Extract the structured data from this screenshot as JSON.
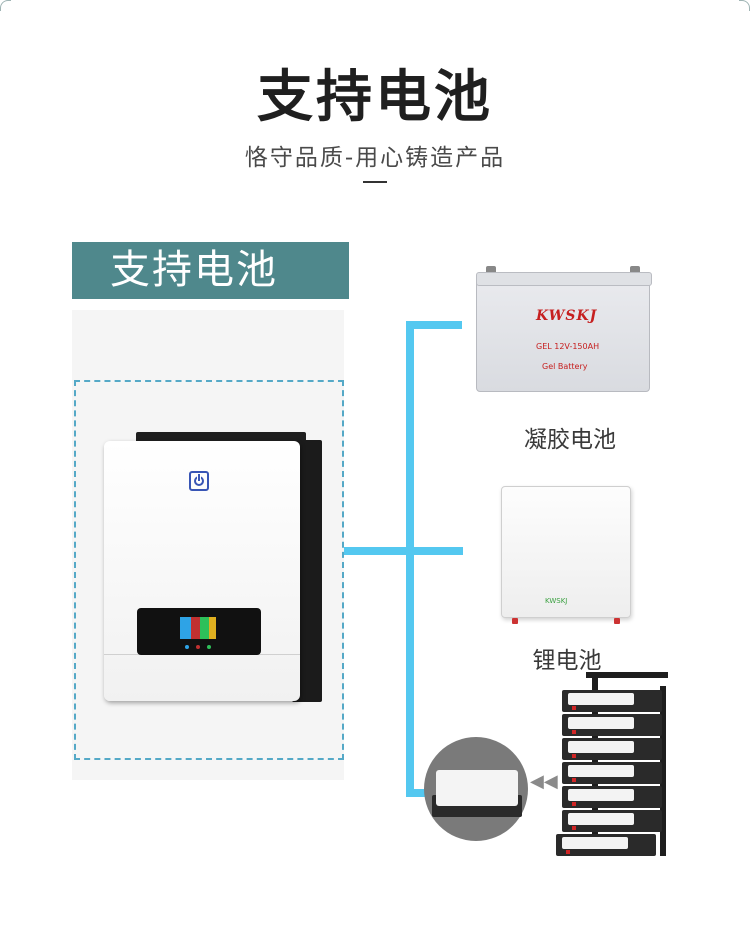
{
  "header": {
    "title": "支持电池",
    "subtitle": "恪守品质-用心铸造产品"
  },
  "banner": {
    "label": "支持电池"
  },
  "colors": {
    "banner_bg": "#4f888c",
    "connector": "#54c8f0",
    "frame_dash": "#55a9c7",
    "brand_red": "#c62020"
  },
  "inverter": {
    "icon": "power-icon"
  },
  "batteries": {
    "gel": {
      "label": "凝胶电池",
      "brand": "KWSKJ",
      "model_text": "GEL 12V-150AH",
      "type_text": "Gel Battery"
    },
    "lithium": {
      "label": "锂电池",
      "brand": "KWSKJ"
    },
    "rack": {
      "icon": "arrow-left-icon"
    }
  }
}
